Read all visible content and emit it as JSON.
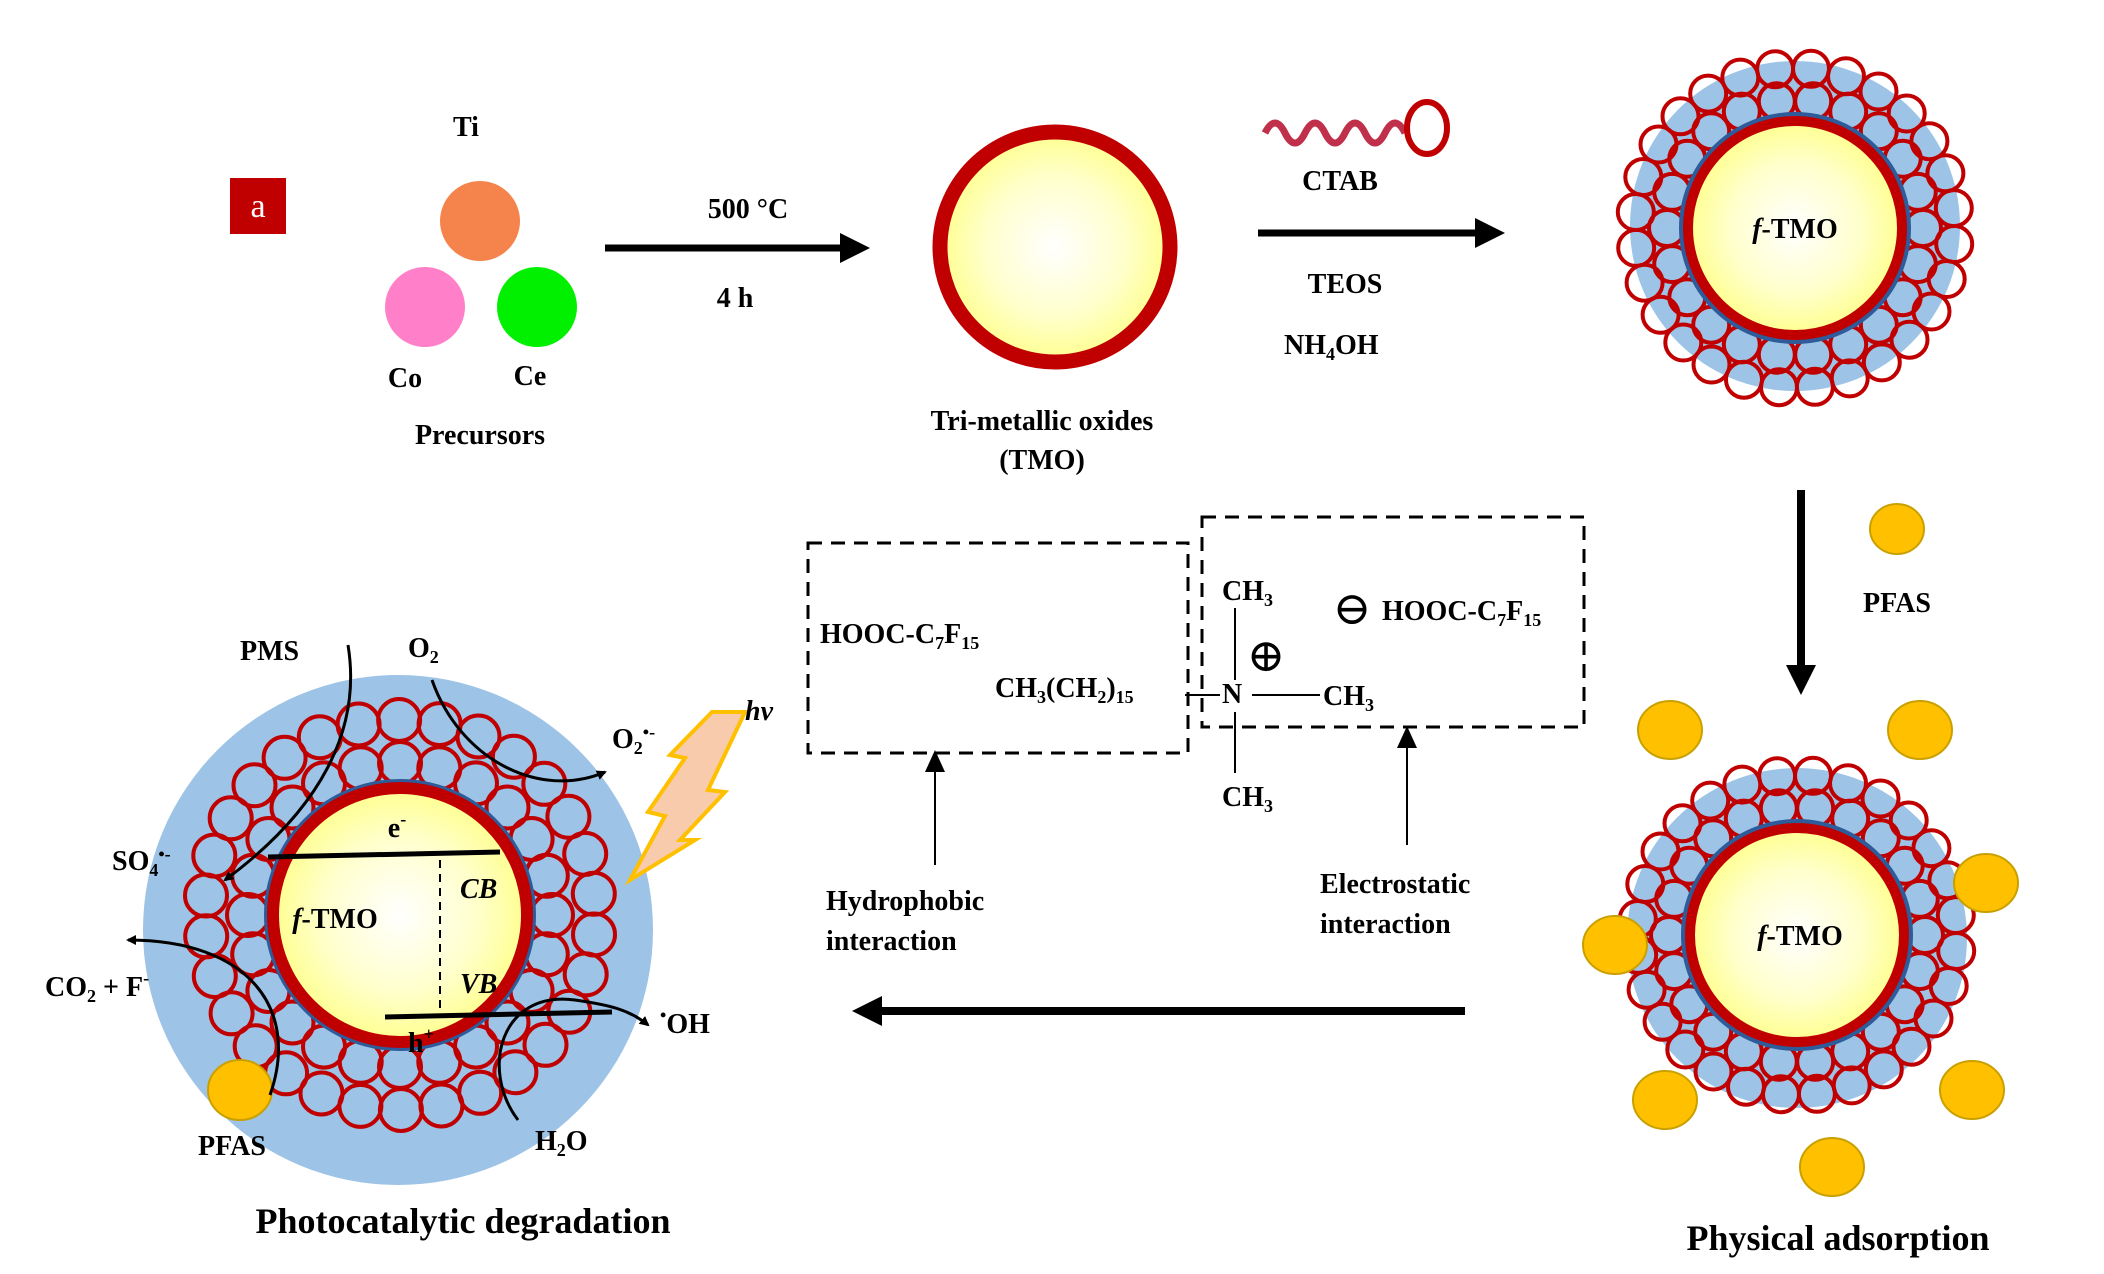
{
  "panel_badge": "a",
  "precursors": {
    "ti": "Ti",
    "co": "Co",
    "ce": "Ce",
    "label": "Precursors",
    "colors": {
      "ti": "#F5844C",
      "co": "#FF7FC9",
      "ce": "#00F000"
    }
  },
  "calcination": {
    "temp": "500 °C",
    "time": "4 h"
  },
  "tmo": {
    "line1": "Tri-metallic oxides",
    "line2": "(TMO)"
  },
  "functionalization": {
    "ctab": "CTAB",
    "teos": "TEOS",
    "nh4oh_a": "NH",
    "nh4oh_sub": "4",
    "nh4oh_b": "OH"
  },
  "core_label_italic": "f",
  "core_label_rest": "-TMO",
  "pfas_legend": "PFAS",
  "physical_adsorption": "Physical adsorption",
  "interactions": {
    "hooc_left_a": "HOOC-C",
    "hooc_left_sub1": "7",
    "hooc_left_b": "F",
    "hooc_left_sub2": "15",
    "chain_a": "CH",
    "chain_sub1": "3",
    "chain_b": "(CH",
    "chain_sub2": "2",
    "chain_c": ")",
    "chain_sub3": "15",
    "n": "N",
    "ch3": "CH",
    "ch3_sub": "3",
    "plus": "⊕",
    "minus": "⊖",
    "hooc_right_a": "HOOC-C",
    "hooc_right_sub1": "7",
    "hooc_right_b": "F",
    "hooc_right_sub2": "15",
    "hydrophobic_1": "Hydrophobic",
    "hydrophobic_2": "interaction",
    "electrostatic_1": "Electrostatic",
    "electrostatic_2": "interaction"
  },
  "photocatalysis": {
    "pms": "PMS",
    "o2_a": "O",
    "o2_sub": "2",
    "o2rad_a": "O",
    "o2rad_sub": "2",
    "o2rad_sup": "•-",
    "hv": "hv",
    "so4_a": "SO",
    "so4_sub": "4",
    "so4_sup": "•-",
    "co2_a": "CO",
    "co2_sub": "2",
    "co2_b": " + F",
    "co2_sup": "-",
    "e": "e",
    "e_sup": "-",
    "h": "h",
    "h_sup": "+",
    "cb": "CB",
    "vb": "VB",
    "oh_sup": "•",
    "oh": "OH",
    "pfas": "PFAS",
    "h2o_a": "H",
    "h2o_sub": "2",
    "h2o_b": "O",
    "title": "Photocatalytic degradation"
  },
  "colors": {
    "red": "#C00000",
    "shell_blue": "#9DC3E6",
    "pfas_gold": "#FFC000",
    "core_yellow": "#FFFF99",
    "badge_red": "#C00000",
    "bolt_fill": "#F8CBAD",
    "bolt_stroke": "#FFC000"
  }
}
